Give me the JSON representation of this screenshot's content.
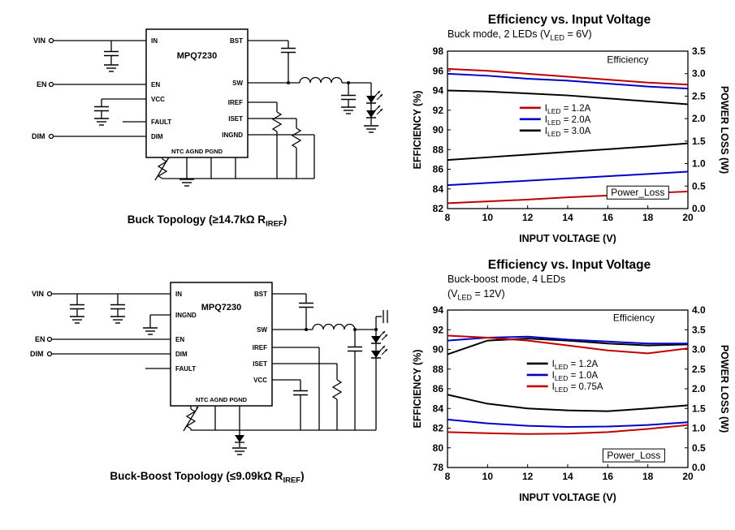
{
  "page": {
    "background": "#ffffff"
  },
  "schematics": {
    "buck": {
      "ic_name": "MPQ7230",
      "terminals": {
        "vin": "VIN",
        "en": "EN",
        "dim": "DIM"
      },
      "pins_left": [
        "IN",
        "EN",
        "VCC",
        "FAULT",
        "DIM"
      ],
      "pins_right": [
        "BST",
        "SW",
        "IREF",
        "ISET",
        "INGND"
      ],
      "pins_bottom": "NTC AGND PGND",
      "caption": {
        "pre": "Buck Topology (≥14.7kΩ R",
        "sub": "IREF",
        "post": ")"
      }
    },
    "buck_boost": {
      "ic_name": "MPQ7230",
      "terminals": {
        "vin": "VIN",
        "en": "EN",
        "dim": "DIM"
      },
      "pins_left": [
        "IN",
        "INGND",
        "EN",
        "DIM",
        "FAULT"
      ],
      "pins_right": [
        "BST",
        "SW",
        "IREF",
        "ISET",
        "VCC"
      ],
      "pins_bottom": "NTC AGND PGND",
      "caption": {
        "pre": "Buck-Boost Topology (≤9.09kΩ R",
        "sub": "IREF",
        "post": ")"
      }
    }
  },
  "chart_data": [
    {
      "type": "line",
      "title": "Efficiency vs. Input Voltage",
      "subtitle_lines": [
        {
          "pre": "Buck mode, 2 LEDs (V",
          "sub": "LED",
          "post": " = 6V)"
        }
      ],
      "xlabel": "INPUT VOLTAGE (V)",
      "ylabel_left": "EFFICIENCY (%)",
      "ylabel_right": "POWER LOSS (W)",
      "x_range": [
        8,
        20
      ],
      "x_ticks": [
        8,
        10,
        12,
        14,
        16,
        18,
        20
      ],
      "y_left_range": [
        82,
        98
      ],
      "y_left_ticks": [
        82,
        84,
        86,
        88,
        90,
        92,
        94,
        96,
        98
      ],
      "y_right_range": [
        0,
        3.5
      ],
      "y_right_ticks": [
        0,
        0.5,
        1,
        1.5,
        2,
        2.5,
        3,
        3.5
      ],
      "grid": false,
      "x": [
        8,
        10,
        12,
        14,
        16,
        18,
        20
      ],
      "series": [
        {
          "label": {
            "pre": "I",
            "sub": "LED",
            "post": " = 1.2A"
          },
          "color": "#c00000",
          "efficiency_pct": [
            96.2,
            96.0,
            95.7,
            95.4,
            95.1,
            94.8,
            94.6
          ],
          "power_loss_w": [
            0.12,
            0.16,
            0.2,
            0.25,
            0.29,
            0.34,
            0.38
          ]
        },
        {
          "label": {
            "pre": "I",
            "sub": "LED",
            "post": " = 2.0A"
          },
          "color": "#0000c8",
          "efficiency_pct": [
            95.7,
            95.5,
            95.2,
            95.0,
            94.7,
            94.4,
            94.2
          ],
          "power_loss_w": [
            0.52,
            0.57,
            0.62,
            0.67,
            0.72,
            0.77,
            0.82
          ]
        },
        {
          "label": {
            "pre": "I",
            "sub": "LED",
            "post": " = 3.0A"
          },
          "color": "#000000",
          "efficiency_pct": [
            94.0,
            93.9,
            93.7,
            93.5,
            93.2,
            92.9,
            92.6
          ],
          "power_loss_w": [
            1.08,
            1.14,
            1.2,
            1.26,
            1.32,
            1.38,
            1.45
          ]
        }
      ],
      "annotations": [
        {
          "text": "Efficiency",
          "x": 17,
          "y_left": 96.8,
          "boxed": false
        },
        {
          "text": "Power_Loss",
          "x": 17.5,
          "y_left": 83.3,
          "boxed": true
        }
      ],
      "legend_pos": {
        "fx": 0.3,
        "fy": 0.36
      }
    },
    {
      "type": "line",
      "title": "Efficiency vs. Input Voltage",
      "subtitle_lines": [
        {
          "pre": "Buck-boost mode, 4 LEDs",
          "sub": "",
          "post": ""
        },
        {
          "pre": "(V",
          "sub": "LED",
          "post": " = 12V)"
        }
      ],
      "xlabel": "INPUT VOLTAGE (V)",
      "ylabel_left": "EFFICIENCY (%)",
      "ylabel_right": "POWER LOSS (W)",
      "x_range": [
        8,
        20
      ],
      "x_ticks": [
        8,
        10,
        12,
        14,
        16,
        18,
        20
      ],
      "y_left_range": [
        78,
        94
      ],
      "y_left_ticks": [
        78,
        80,
        82,
        84,
        86,
        88,
        90,
        92,
        94
      ],
      "y_right_range": [
        0,
        4
      ],
      "y_right_ticks": [
        0,
        0.5,
        1,
        1.5,
        2,
        2.5,
        3,
        3.5,
        4
      ],
      "grid": false,
      "x": [
        8,
        10,
        12,
        14,
        16,
        18,
        20
      ],
      "series": [
        {
          "label": {
            "pre": "I",
            "sub": "LED",
            "post": " = 1.2A"
          },
          "color": "#000000",
          "efficiency_pct": [
            89.5,
            90.9,
            91.1,
            90.9,
            90.6,
            90.4,
            90.5
          ],
          "power_loss_w": [
            1.85,
            1.62,
            1.5,
            1.45,
            1.43,
            1.5,
            1.58
          ]
        },
        {
          "label": {
            "pre": "I",
            "sub": "LED",
            "post": " = 1.0A"
          },
          "color": "#0000c8",
          "efficiency_pct": [
            90.9,
            91.2,
            91.3,
            91.0,
            90.8,
            90.6,
            90.6
          ],
          "power_loss_w": [
            1.22,
            1.12,
            1.06,
            1.03,
            1.04,
            1.08,
            1.15
          ]
        },
        {
          "label": {
            "pre": "I",
            "sub": "LED",
            "post": " = 0.75A"
          },
          "color": "#c00000",
          "efficiency_pct": [
            91.4,
            91.2,
            90.9,
            90.4,
            89.9,
            89.6,
            90.1
          ],
          "power_loss_w": [
            0.9,
            0.87,
            0.85,
            0.86,
            0.9,
            0.98,
            1.08
          ]
        }
      ],
      "annotations": [
        {
          "text": "Efficiency",
          "x": 17.3,
          "y_left": 92.9,
          "boxed": false
        },
        {
          "text": "Power_Loss",
          "x": 17.3,
          "y_left": 78.9,
          "boxed": true
        }
      ],
      "legend_pos": {
        "fx": 0.33,
        "fy": 0.34
      }
    }
  ]
}
